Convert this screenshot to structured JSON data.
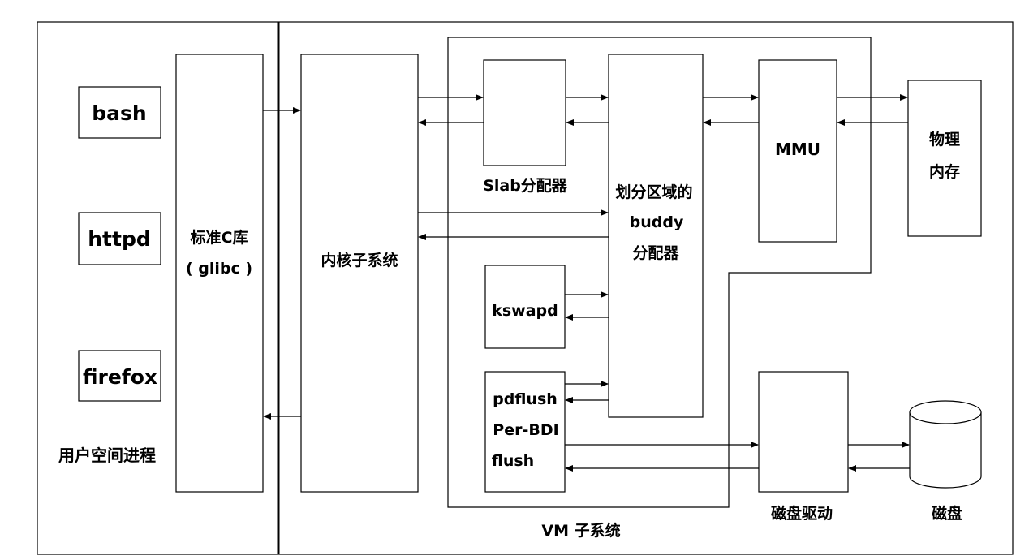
{
  "user_space": {
    "processes": [
      "bash",
      "httpd",
      "firefox"
    ],
    "label": "用户空间进程"
  },
  "libc": {
    "line1": "标准C库",
    "line2": "( glibc )"
  },
  "kernel": {
    "label": "内核子系统"
  },
  "vm": {
    "label": "VM 子系统",
    "slab": "Slab分配器",
    "buddy": [
      "划分区域的",
      "buddy",
      "分配器"
    ],
    "mmu": "MMU",
    "kswapd": "kswapd",
    "flush": [
      "pdflush",
      "Per-BDI",
      "flush"
    ]
  },
  "hardware": {
    "physical_memory": [
      "物理",
      "内存"
    ],
    "disk_driver": "磁盘驱动",
    "disk": "磁盘"
  }
}
